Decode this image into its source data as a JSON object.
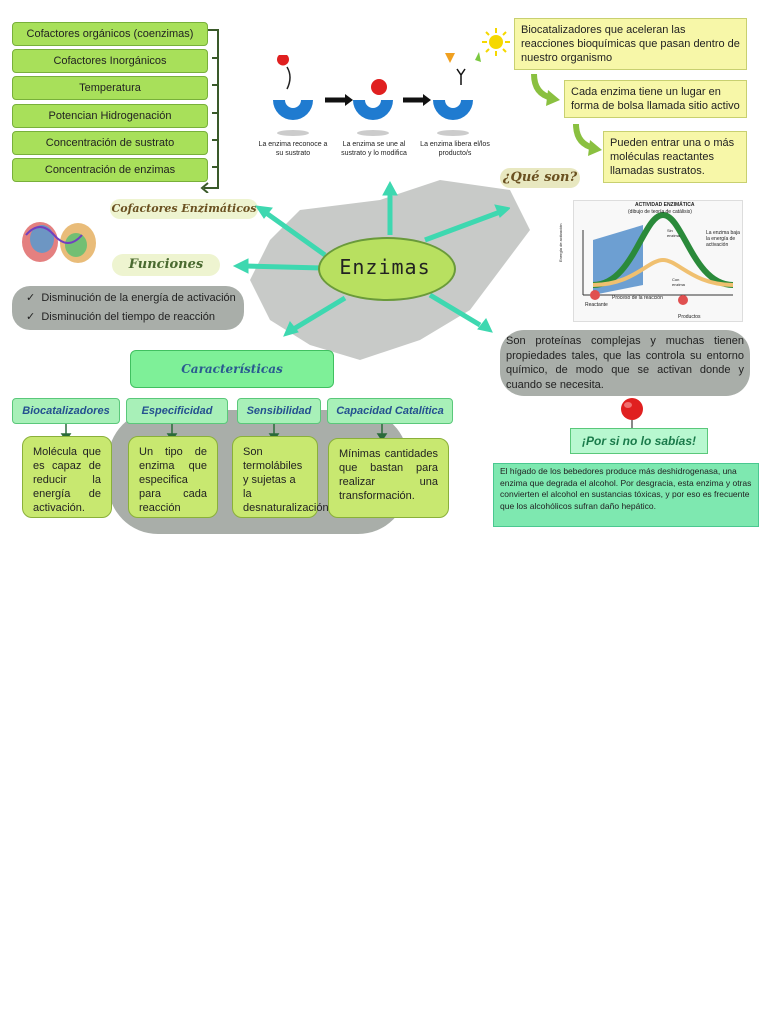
{
  "cofactors_list": [
    "Cofactores orgánicos (coenzimas)",
    "Cofactores Inorgánicos",
    "Temperatura",
    "Potencian Hidrogenación",
    "Concentración de sustrato",
    "Concentración de enzimas"
  ],
  "center_title": "Enzimas",
  "cofactores_title": "Cofactores Enzimáticos",
  "funciones_title": "Funciones",
  "funciones": [
    "Disminución de la energía de activación",
    "Disminución del tiempo de reacción"
  ],
  "que_son_title": "¿Qué son?",
  "definition_boxes": [
    "Biocatalizadores que aceleran las reacciones bioquímicas que pasan dentro de nuestro organismo",
    "Cada enzima tiene un lugar en forma de bolsa llamada sitio activo",
    "Pueden entrar una o más moléculas reactantes llamadas sustratos."
  ],
  "steps": [
    "La enzima reconoce a su sustrato",
    "La enzima se une al sustrato y lo modifica",
    "La enzima libera el/los producto/s"
  ],
  "graph": {
    "title": "ACTIVIDAD ENZIMÁTICA",
    "subtitle": "(dibujo de teoría de catálisis)",
    "note": "La enzima baja la energía de activación",
    "label_sin": "Sin enzima",
    "label_con": "Con enzima",
    "label_progress": "Proceso de la reacción",
    "label_reactant": "Reactante",
    "label_product": "Productos",
    "y_axis": "Energía de activación"
  },
  "proteins_text": "Son proteínas complejas y muchas tienen propiedades tales, que las controla su entorno químico, de modo que se activan donde y cuando se necesita.",
  "sabias_title": "¡Por si no lo sabías!",
  "sabias_text": "El hígado de los bebedores produce más deshidrogenasa, una enzima que degrada el alcohol. Por desgracia, esta enzima y otras convierten el alcohol en sustancias tóxicas, y por eso es frecuente que los alcohólicos sufran daño hepático.",
  "caracteristicas_title": "Características",
  "caracteristicas": [
    {
      "head": "Biocatalizadores",
      "body": "Molécula que es capaz de reducir la energía de activación."
    },
    {
      "head": "Especificidad",
      "body": "Un tipo de enzima que especifica para cada reacción"
    },
    {
      "head": "Sensibilidad",
      "body": "Son termolábiles y sujetas a la desnaturalización."
    },
    {
      "head": "Capacidad Catalítica",
      "body": "Mínimas cantidades que bastan para realizar una transformación."
    }
  ],
  "colors": {
    "teal_arrow": "#3ed8b0",
    "green_box": "#a8e05a",
    "yellow_box": "#f7f7a8",
    "enzyme_blue": "#1f7bd0"
  }
}
